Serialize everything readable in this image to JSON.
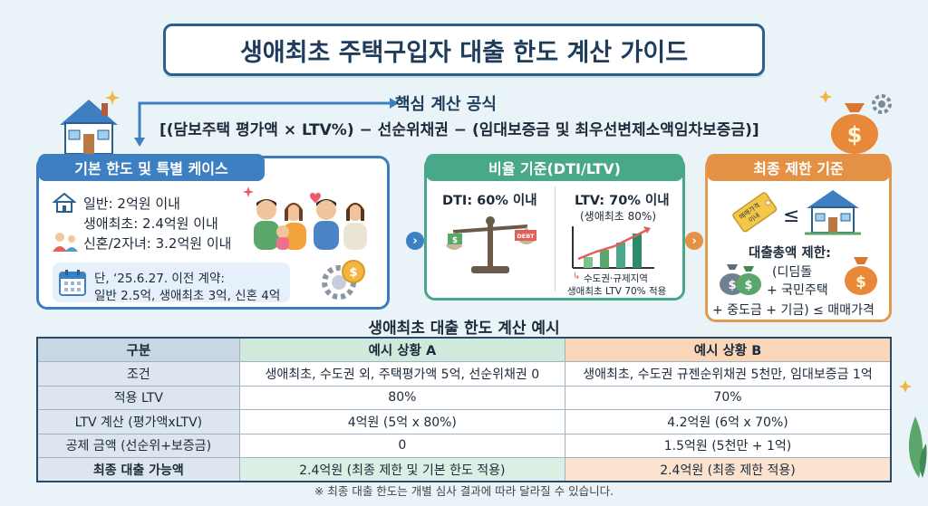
{
  "title": "생애최초 주택구입자 대출 한도 계산 가이드",
  "formula": {
    "heading": "핵심 계산 공식",
    "expression": "[(담보주택 평가액 × LTV%) − 선순위채권 − (임대보증금 및 최우선변제소액임차보증금)]"
  },
  "basic": {
    "header": "기본 한도 및 특별 케이스",
    "items": [
      "일반: 2억원 이내",
      "생애최초: 2.4억원 이내",
      "신혼/2자녀: 3.2억원 이내"
    ],
    "note_line1": "단, ‘25.6.27. 이전 계약:",
    "note_line2": "일반 2.5억, 생애최초 3억, 신혼 4억"
  },
  "ratio": {
    "header": "비율 기준(DTI/LTV)",
    "dti": "DTI: 60% 이내",
    "ltv": "LTV: 70% 이내",
    "ltv_sub": "(생애최초 80%)",
    "debt_label": "DEBT",
    "region_note1": "수도권·규제지역",
    "region_note2": "생애최초 LTV 70% 적용"
  },
  "limit": {
    "header": "최종 제한 기준",
    "tag_line1": "매매가격",
    "tag_line2": "이내",
    "symbol": "≤",
    "total_label": "대출총액 제한:",
    "line1": "(디딤돌",
    "line2": "+ 국민주택",
    "line3": "+ 중도금 + 기금) ≤ 매매가격"
  },
  "example": {
    "title": "생애최초 대출 한도 계산 예시",
    "headers": [
      "구분",
      "예시 상황 A",
      "예시 상황 B"
    ],
    "rows": [
      [
        "조건",
        "생애최초, 수도권 외, 주택평가액 5억, 선순위채권 0",
        "생애최초, 수도권 규젠순위채권 5천만, 임대보증금 1억"
      ],
      [
        "적용 LTV",
        "80%",
        "70%"
      ],
      [
        "LTV 계산 (평가액xLTV)",
        "4억원 (5억 x 80%)",
        "4.2억원 (6억 x 70%)"
      ],
      [
        "공제 금액 (선순위+보증금)",
        "0",
        "1.5억원 (5천만 + 1억)"
      ],
      [
        "최종 대출 가능액",
        "2.4억원 (최종 제한 및 기본 한도 적용)",
        "2.4억원 (최종 제한 적용)"
      ]
    ],
    "footnote": "※ 최종 대출 한도는 개별 심사 결과에 따라 달라질 수 있습니다."
  },
  "colors": {
    "blue": "#3e7fc2",
    "green": "#4aa88a",
    "orange": "#e39144",
    "navy": "#2a5f8f"
  },
  "icons": [
    "house-icon",
    "family-icon",
    "calendar-icon",
    "gear-coin-icon",
    "scale-icon",
    "bar-chart-icon",
    "money-bag-icon",
    "price-tag-icon",
    "sparkle-icon",
    "leaf-icon"
  ]
}
